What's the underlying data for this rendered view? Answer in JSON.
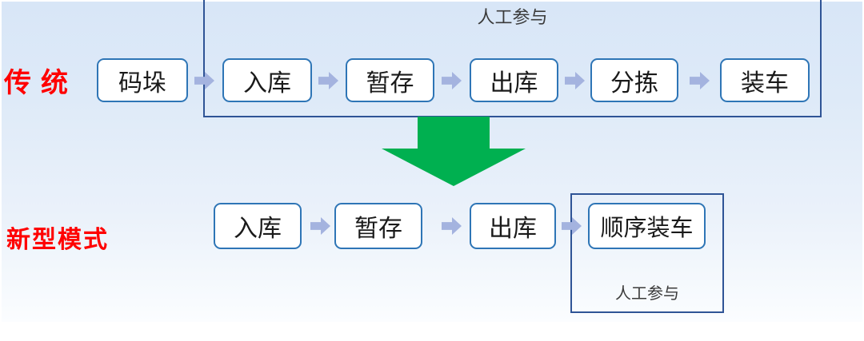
{
  "colors": {
    "background_gradient_top": "#D8E6F7",
    "background_gradient_bottom": "#FBFDFF",
    "step_box_border": "#2E75B6",
    "step_box_fill": "#FFFFFF",
    "step_box_text": "#1A1A1A",
    "zone_border": "#2F5496",
    "zone_label_text": "#3B3B3B",
    "connector_arrow": "#A4B3DF",
    "transform_arrow": "#00B050",
    "row_label": "#FF0000"
  },
  "traditional": {
    "label": "传统",
    "zone_label": "人工参与",
    "steps": [
      "码垛",
      "入库",
      "暂存",
      "出库",
      "分拣",
      "装车"
    ]
  },
  "new_mode": {
    "label": "新型模式",
    "zone_label": "人工参与",
    "steps": [
      "入库",
      "暂存",
      "出库",
      "顺序装车"
    ]
  }
}
